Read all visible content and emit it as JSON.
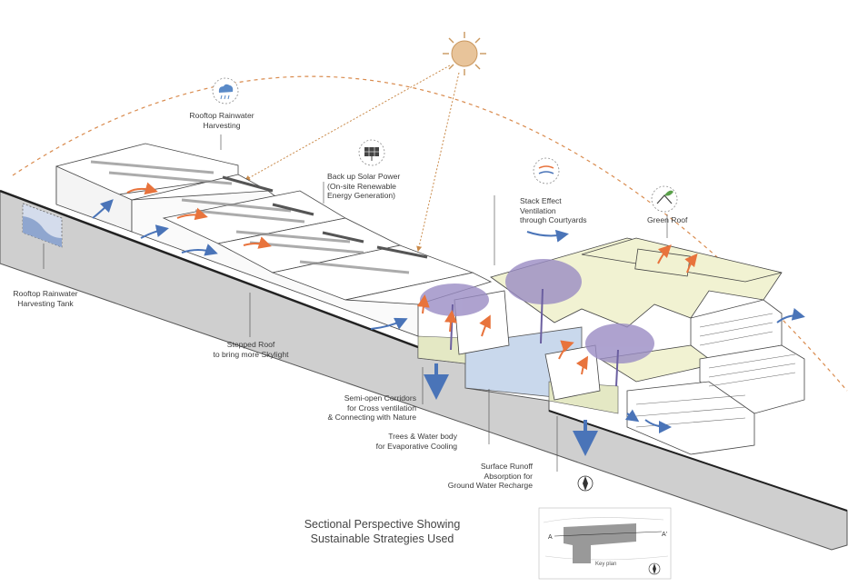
{
  "labels": {
    "rooftop_rainwater": [
      "Rooftop Rainwater",
      "Harvesting"
    ],
    "rainwater_tank": [
      "Rooftop Rainwater",
      "Harvesting Tank"
    ],
    "solar": [
      "Back up Solar Power",
      "(On-site Renewable",
      "Energy Generation)"
    ],
    "stack_effect": [
      "Stack Effect",
      "Ventilation",
      "through Courtyards"
    ],
    "green_roof": "Green Roof",
    "stepped_roof": [
      "Stepped Roof",
      "to bring more Skylight"
    ],
    "corridors": [
      "Semi-open Corridors",
      "for Cross ventilation",
      "& Connecting with Nature"
    ],
    "trees_water": [
      "Trees & Water body",
      "for Evaporative Cooling"
    ],
    "surface_runoff": [
      "Surface Runoff",
      "Absorption for",
      "Ground Water Recharge"
    ]
  },
  "title": [
    "Sectional Perspective Showing",
    "Sustainable Strategies Used"
  ],
  "key_plan": {
    "label": "Key plan",
    "section_start": "A",
    "section_end": "A'"
  },
  "colors": {
    "sun": "#e8c49a",
    "sun_stroke": "#c9975e",
    "ray": "#c98a4a",
    "arc": "#d98b4e",
    "ground": "#cfcfcf",
    "green_roof": "#f1f2d2",
    "water": "#c9d8ec",
    "blue_arrow": "#4a74b8",
    "orange_arrow": "#e8733c",
    "tree": "#9a8cc4"
  },
  "icons": [
    "rain-cloud-icon",
    "solar-panel-icon",
    "wind-icon",
    "leaf-icon",
    "compass-icon"
  ]
}
